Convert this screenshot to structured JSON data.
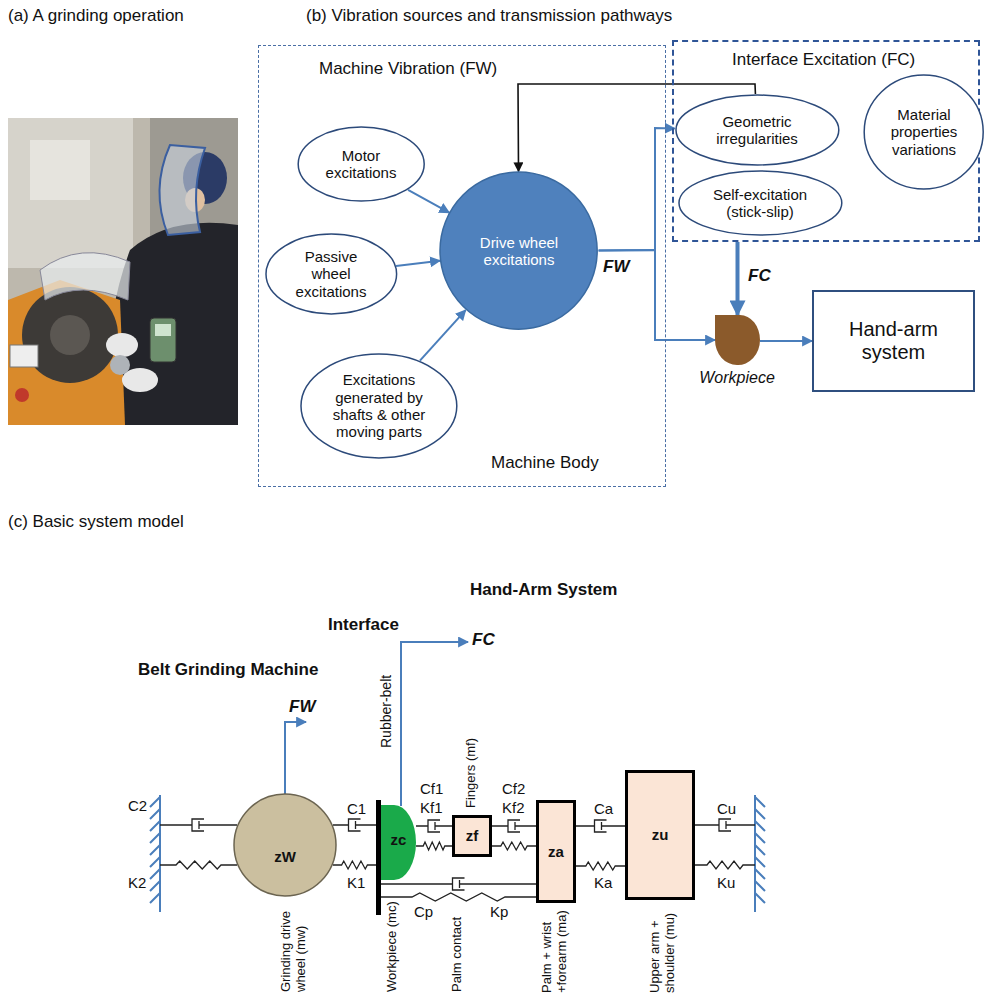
{
  "diagram": {
    "nodes": [
      {
        "text": [
          "Machine Vibration (FW)",
          "Machine Body"
        ]
      },
      {
        "text": [
          "Motor excitations"
        ],
        "in": 0
      },
      {
        "text": [
          "Passive wheel excitations"
        ],
        "in": 0
      },
      {
        "text": [
          "Excitations generated by shafts & other moving parts"
        ],
        "in": 0
      },
      {
        "text": [
          "Drive wheel excitations"
        ],
        "in": 0
      },
      {
        "text": [
          "Interface Excitation (FC)"
        ]
      },
      {
        "text": [
          "Geometric irregularities"
        ],
        "in": 5
      },
      {
        "text": [
          "Material properties variations"
        ],
        "in": 5
      },
      {
        "text": [
          "Self-excitation (stick-slip)"
        ],
        "in": 5
      },
      {
        "text": [
          "Workpiece"
        ]
      },
      {
        "text": [
          "Hand-arm system"
        ]
      },
      {
        "text": [
          "zW"
        ]
      },
      {
        "text": [
          "zc"
        ]
      },
      {
        "text": [
          "zf"
        ]
      },
      {
        "text": [
          "za"
        ]
      },
      {
        "text": [
          "zu"
        ]
      }
    ],
    "edges": [
      {
        "from": 1,
        "to": 4,
        "arrow": "to"
      },
      {
        "from": 2,
        "to": 4,
        "arrow": "to"
      },
      {
        "from": 3,
        "to": 4,
        "arrow": "to"
      },
      {
        "from": 4,
        "to": 6,
        "arrow": "to"
      },
      {
        "from": 6,
        "to": 4,
        "arrow": "to"
      },
      {
        "from": 4,
        "to": 9,
        "arrow": "to",
        "label": "FW"
      },
      {
        "from": 5,
        "to": 9,
        "arrow": "to",
        "label": "FC"
      },
      {
        "from": 9,
        "to": 10,
        "arrow": "to"
      },
      {
        "from": 11,
        "to": 12,
        "arrow": "none"
      },
      {
        "from": 12,
        "to": 13,
        "arrow": "none"
      },
      {
        "from": 13,
        "to": 14,
        "arrow": "none"
      },
      {
        "from": 12,
        "to": 14,
        "arrow": "none"
      },
      {
        "from": 14,
        "to": 15,
        "arrow": "none"
      }
    ],
    "labels": [
      "(a) A grinding operation",
      "(b) Vibration sources and transmission pathways",
      "(c) Basic system model",
      "Hand-Arm System",
      "Interface",
      "Belt Grinding Machine",
      "Rubber-belt",
      "FC",
      "FW",
      "C2",
      "K2",
      "C1",
      "K1",
      "Cf1",
      "Kf1",
      "Fingers (mf)",
      "Cf2",
      "Kf2",
      "Ca",
      "Ka",
      "Cu",
      "Ku",
      "Cp",
      "Kp",
      "Grinding drive wheel (mw)",
      "Workpiece (mc)",
      "Palm contact",
      "Palm + wrist +forearm (ma)",
      "Upper arm + shoulder (mu)"
    ]
  }
}
